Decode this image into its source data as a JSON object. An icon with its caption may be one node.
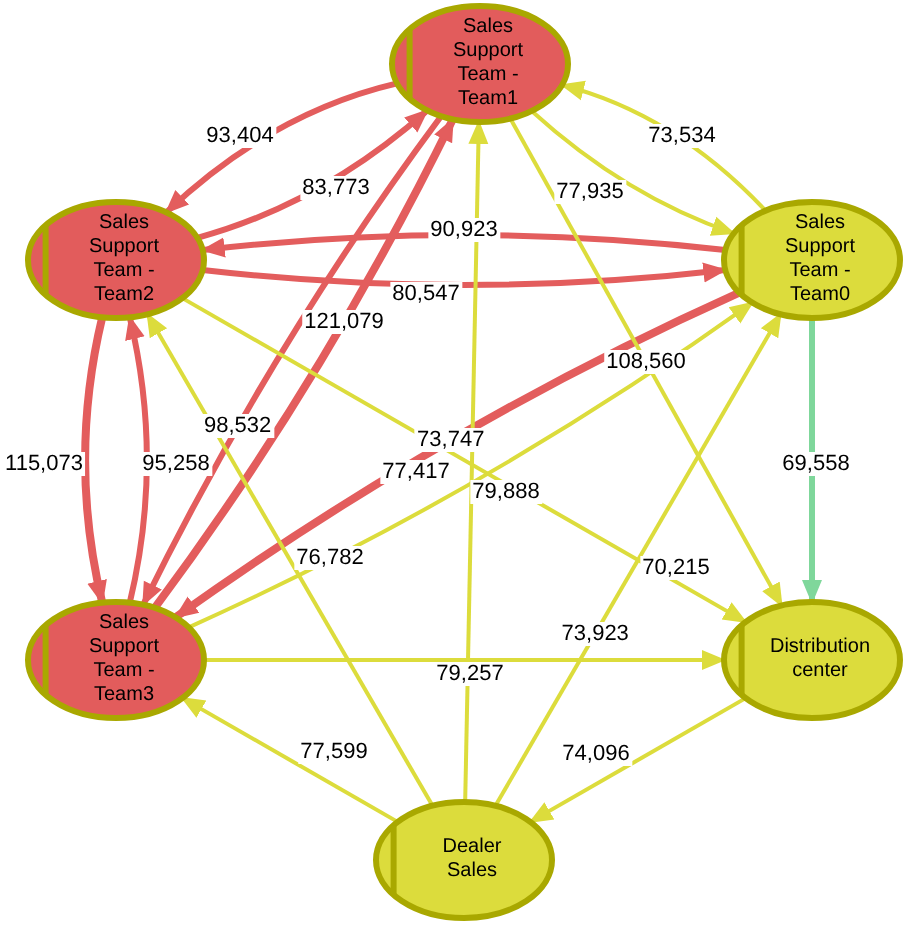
{
  "diagram": {
    "nodes": [
      {
        "text": [
          "Sales Support Team - Team1"
        ]
      },
      {
        "text": [
          "Sales Support Team - Team2"
        ]
      },
      {
        "text": [
          "Sales Support Team - Team0"
        ]
      },
      {
        "text": [
          "Sales Support Team - Team3"
        ]
      },
      {
        "text": [
          "Distribution center"
        ]
      },
      {
        "text": [
          "Dealer Sales"
        ]
      }
    ],
    "edges": [
      {
        "from": 0,
        "to": 1,
        "arrow": "to",
        "label": "93,404",
        "color": "#e35d5d"
      },
      {
        "from": 1,
        "to": 0,
        "arrow": "to",
        "label": "83,773",
        "color": "#e35d5d"
      },
      {
        "from": 2,
        "to": 1,
        "arrow": "to",
        "label": "90,923",
        "color": "#e35d5d"
      },
      {
        "from": 1,
        "to": 2,
        "arrow": "to",
        "label": "80,547",
        "color": "#e35d5d"
      },
      {
        "from": 1,
        "to": 3,
        "arrow": "to",
        "label": "115,073",
        "color": "#e35d5d",
        "style": "thick"
      },
      {
        "from": 3,
        "to": 1,
        "arrow": "to",
        "label": "95,258",
        "color": "#e35d5d"
      },
      {
        "from": 3,
        "to": 0,
        "arrow": "to",
        "label": "121,079",
        "color": "#e35d5d",
        "style": "thick"
      },
      {
        "from": 0,
        "to": 3,
        "arrow": "to",
        "label": "98,532",
        "color": "#e35d5d"
      },
      {
        "from": 2,
        "to": 3,
        "arrow": "to",
        "label": "73,747",
        "color": "#e35d5d",
        "style": "thick"
      },
      {
        "from": 2,
        "to": 0,
        "arrow": "to",
        "label": "73,534"
      },
      {
        "from": 0,
        "to": 2,
        "arrow": "to",
        "label": "77,935"
      },
      {
        "from": 0,
        "to": 4,
        "arrow": "to",
        "label": "108,560"
      },
      {
        "from": 1,
        "to": 4,
        "arrow": "to",
        "label": "70,215"
      },
      {
        "from": 2,
        "to": 4,
        "arrow": "to",
        "label": "69,558",
        "color": "#7fd79b"
      },
      {
        "from": 3,
        "to": 4,
        "arrow": "to",
        "label": "79,257"
      },
      {
        "from": 4,
        "to": 5,
        "arrow": "to",
        "label": "74,096"
      },
      {
        "from": 5,
        "to": 3,
        "arrow": "to",
        "label": "77,599"
      },
      {
        "from": 5,
        "to": 1,
        "arrow": "to",
        "label": "76,782"
      },
      {
        "from": 5,
        "to": 0,
        "arrow": "to",
        "label": "79,888"
      },
      {
        "from": 5,
        "to": 2,
        "arrow": "to",
        "label": "73,923"
      },
      {
        "from": 3,
        "to": 2,
        "arrow": "to",
        "label": "77,417"
      }
    ]
  }
}
